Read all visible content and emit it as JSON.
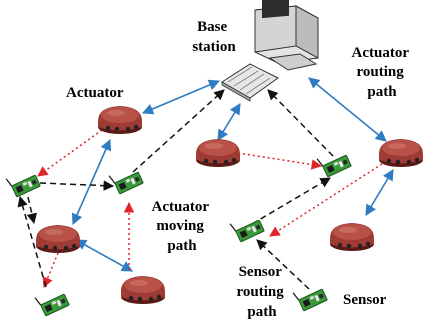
{
  "labels": {
    "base_station": [
      "Base",
      "station"
    ],
    "actuator": "Actuator",
    "actuator_routing_path": [
      "Actuator",
      "routing",
      "path"
    ],
    "actuator_moving_path": [
      "Actuator",
      "moving",
      "path"
    ],
    "sensor_routing_path": [
      "Sensor",
      "routing",
      "path"
    ],
    "sensor": "Sensor"
  },
  "colors": {
    "blue_link": "#2f7cc2",
    "red_link": "#e0242a",
    "black_link": "#111111",
    "robot_body": "#9e3b34",
    "sensor_board": "#3a9a3a"
  },
  "icons": {
    "computer": "computer-icon",
    "robot": "robot-actuator-icon",
    "sensor": "sensor-node-icon"
  }
}
